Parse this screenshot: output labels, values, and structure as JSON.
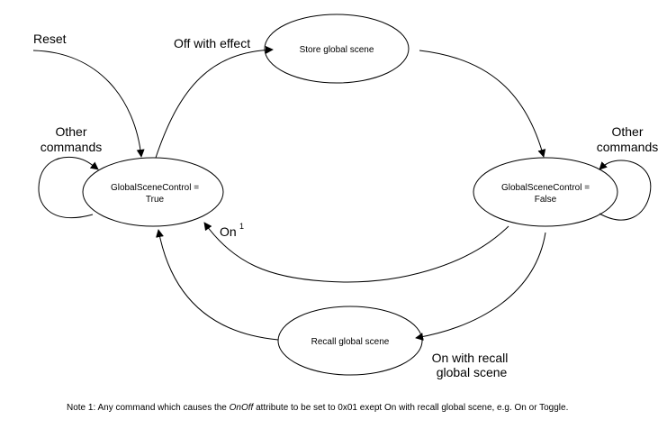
{
  "states": {
    "store": "Store global scene",
    "true_line1": "GlobalSceneControl =",
    "true_line2": "True",
    "false_line1": "GlobalSceneControl =",
    "false_line2": "False",
    "recall": "Recall global scene"
  },
  "transitions": {
    "reset": "Reset",
    "off_with_effect": "Off with effect",
    "on": "On",
    "on_superscript": "1",
    "on_with_recall_line1": "On with recall",
    "on_with_recall_line2": "global scene",
    "other_left_line1": "Other",
    "other_left_line2": "commands",
    "other_right_line1": "Other",
    "other_right_line2": "commands"
  },
  "note": {
    "prefix": "Note 1: Any command which causes the ",
    "attribute": "OnOff",
    "suffix": " attribute to be set to 0x01 exept On with recall global scene, e.g. On or Toggle."
  }
}
